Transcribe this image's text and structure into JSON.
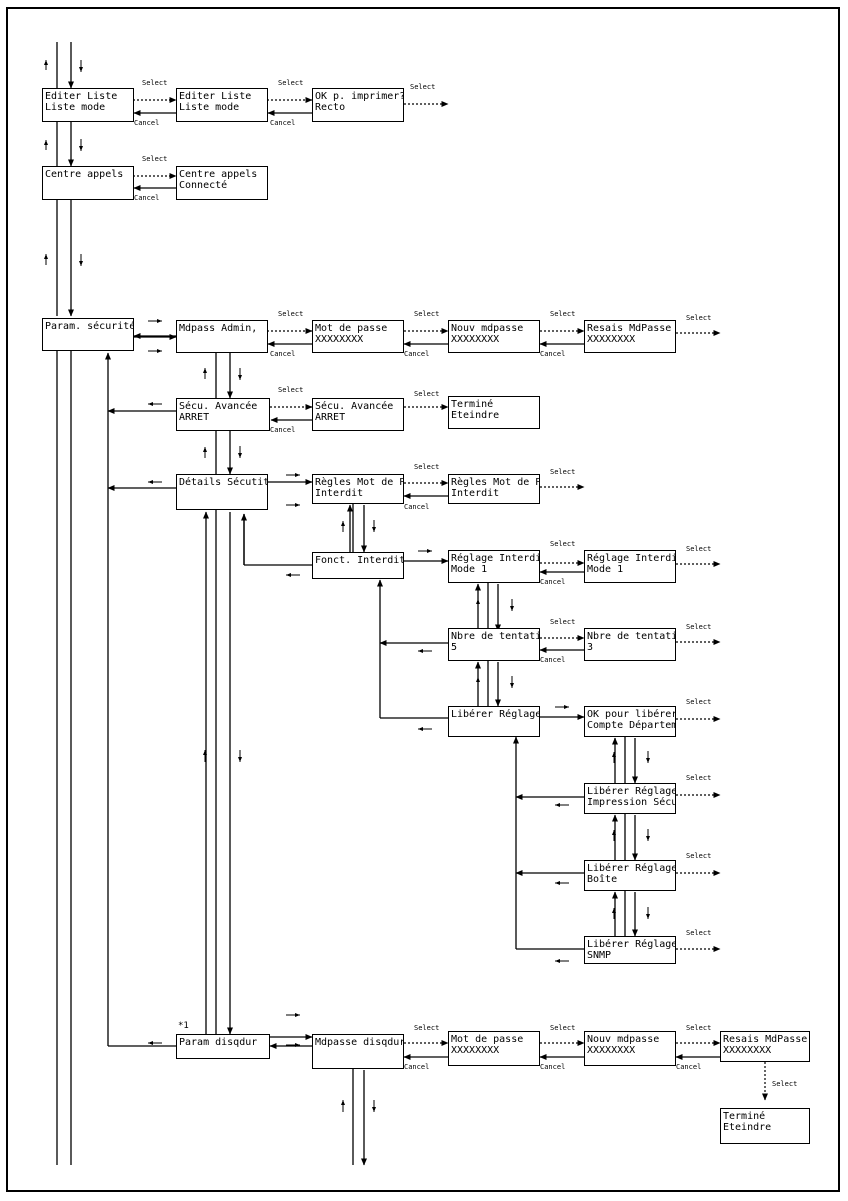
{
  "labels": {
    "select": "Select",
    "cancel": "Cancel",
    "note_ref": "*1"
  },
  "boxes": {
    "b1": {
      "line1": "Editer Liste",
      "line2": "Liste mode"
    },
    "b2": {
      "line1": "Editer Liste",
      "line2": "Liste mode"
    },
    "b3": {
      "line1": "OK p. imprimer?",
      "line2": "Recto"
    },
    "b4": {
      "line1": "Centre appels",
      "line2": ""
    },
    "b5": {
      "line1": "Centre appels",
      "line2": "Connecté"
    },
    "b6": {
      "line1": "Param. sécurité",
      "line2": ""
    },
    "b7": {
      "line1": "Mdpass Admin,",
      "line2": ""
    },
    "b8": {
      "line1": "Mot de passe",
      "line2": "XXXXXXXX"
    },
    "b9": {
      "line1": "Nouv mdpasse",
      "line2": "XXXXXXXX"
    },
    "b10": {
      "line1": "Resais MdPasse",
      "line2": "XXXXXXXX"
    },
    "b11": {
      "line1": "Sécu. Avancée",
      "line2": "ARRET"
    },
    "b12": {
      "line1": "Sécu. Avancée",
      "line2": "ARRET"
    },
    "b13": {
      "line1": "Terminé",
      "line2": "Eteindre"
    },
    "b14": {
      "line1": "Détails Sécutité",
      "line2": ""
    },
    "b15": {
      "line1": "Règles Mot de P.",
      "line2": "Interdit"
    },
    "b16": {
      "line1": "Règles Mot de P.",
      "line2": "Interdit"
    },
    "b17": {
      "line1": "Fonct. Interdite",
      "line2": ""
    },
    "b18": {
      "line1": "Réglage Interdit",
      "line2": "Mode 1"
    },
    "b19": {
      "line1": "Réglage Interdit",
      "line2": "Mode 1"
    },
    "b20": {
      "line1": "Nbre de tentatives",
      "line2": "5"
    },
    "b21": {
      "line1": "Nbre de tentatives",
      "line2": "3"
    },
    "b22": {
      "line1": "Libérer Réglage",
      "line2": ""
    },
    "b23": {
      "line1": "OK pour libérer?",
      "line2": "Compte Département"
    },
    "b24": {
      "line1": "Libérer Réglage",
      "line2": "Impression Sécurisée"
    },
    "b25": {
      "line1": "Libérer Réglage",
      "line2": "Boîte"
    },
    "b26": {
      "line1": "Libérer Réglage",
      "line2": "SNMP"
    },
    "b27": {
      "line1": "Param disqdur",
      "line2": ""
    },
    "b28": {
      "line1": "Mdpasse disqdur",
      "line2": ""
    },
    "b29": {
      "line1": "Mot de passe",
      "line2": "XXXXXXXX"
    },
    "b30": {
      "line1": "Nouv mdpasse",
      "line2": "XXXXXXXX"
    },
    "b31": {
      "line1": "Resais MdPasse",
      "line2": "XXXXXXXX"
    },
    "b32": {
      "line1": "Terminé",
      "line2": "Eteindre"
    }
  }
}
